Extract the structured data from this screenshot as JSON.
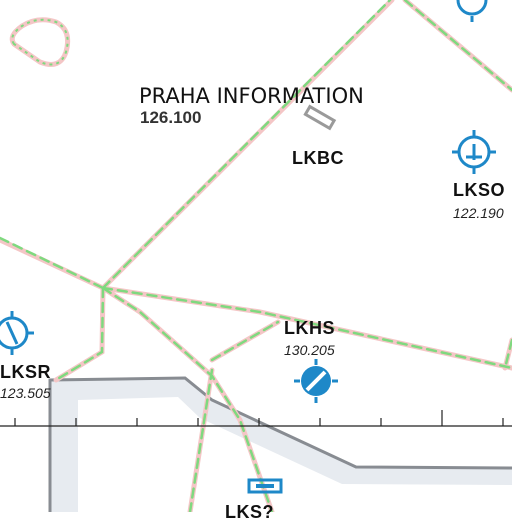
{
  "map": {
    "fir": {
      "name": "PRAHA INFORMATION",
      "frequency": "126.100"
    },
    "aerodromes": [
      {
        "id": "LKBC",
        "frequency": ""
      },
      {
        "id": "LKSO",
        "frequency": "122.190"
      },
      {
        "id": "LKHS",
        "frequency": "130.205"
      },
      {
        "id": "LKSR",
        "frequency": "123.505"
      },
      {
        "id": "LKS?",
        "frequency": ""
      }
    ],
    "colors": {
      "airspace_border": "#f4c6c6",
      "route_dash": "#7fd97f",
      "tma_border": "#888c92",
      "tma_fill": "#e7ebf0",
      "aerodrome_symbol": "#1e88c8",
      "prohibited_area": "#f4c6c6"
    }
  }
}
